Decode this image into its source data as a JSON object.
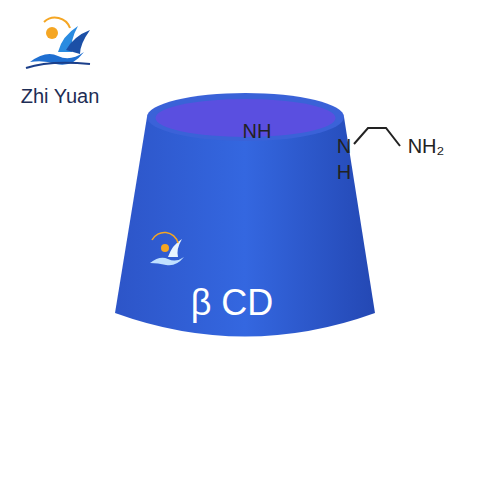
{
  "diagram": {
    "nodes": [
      {
        "text": [
          "β CD"
        ]
      }
    ],
    "labels": [
      "Zhi Yuan",
      "NH",
      "N",
      "H",
      "NH₂"
    ]
  }
}
